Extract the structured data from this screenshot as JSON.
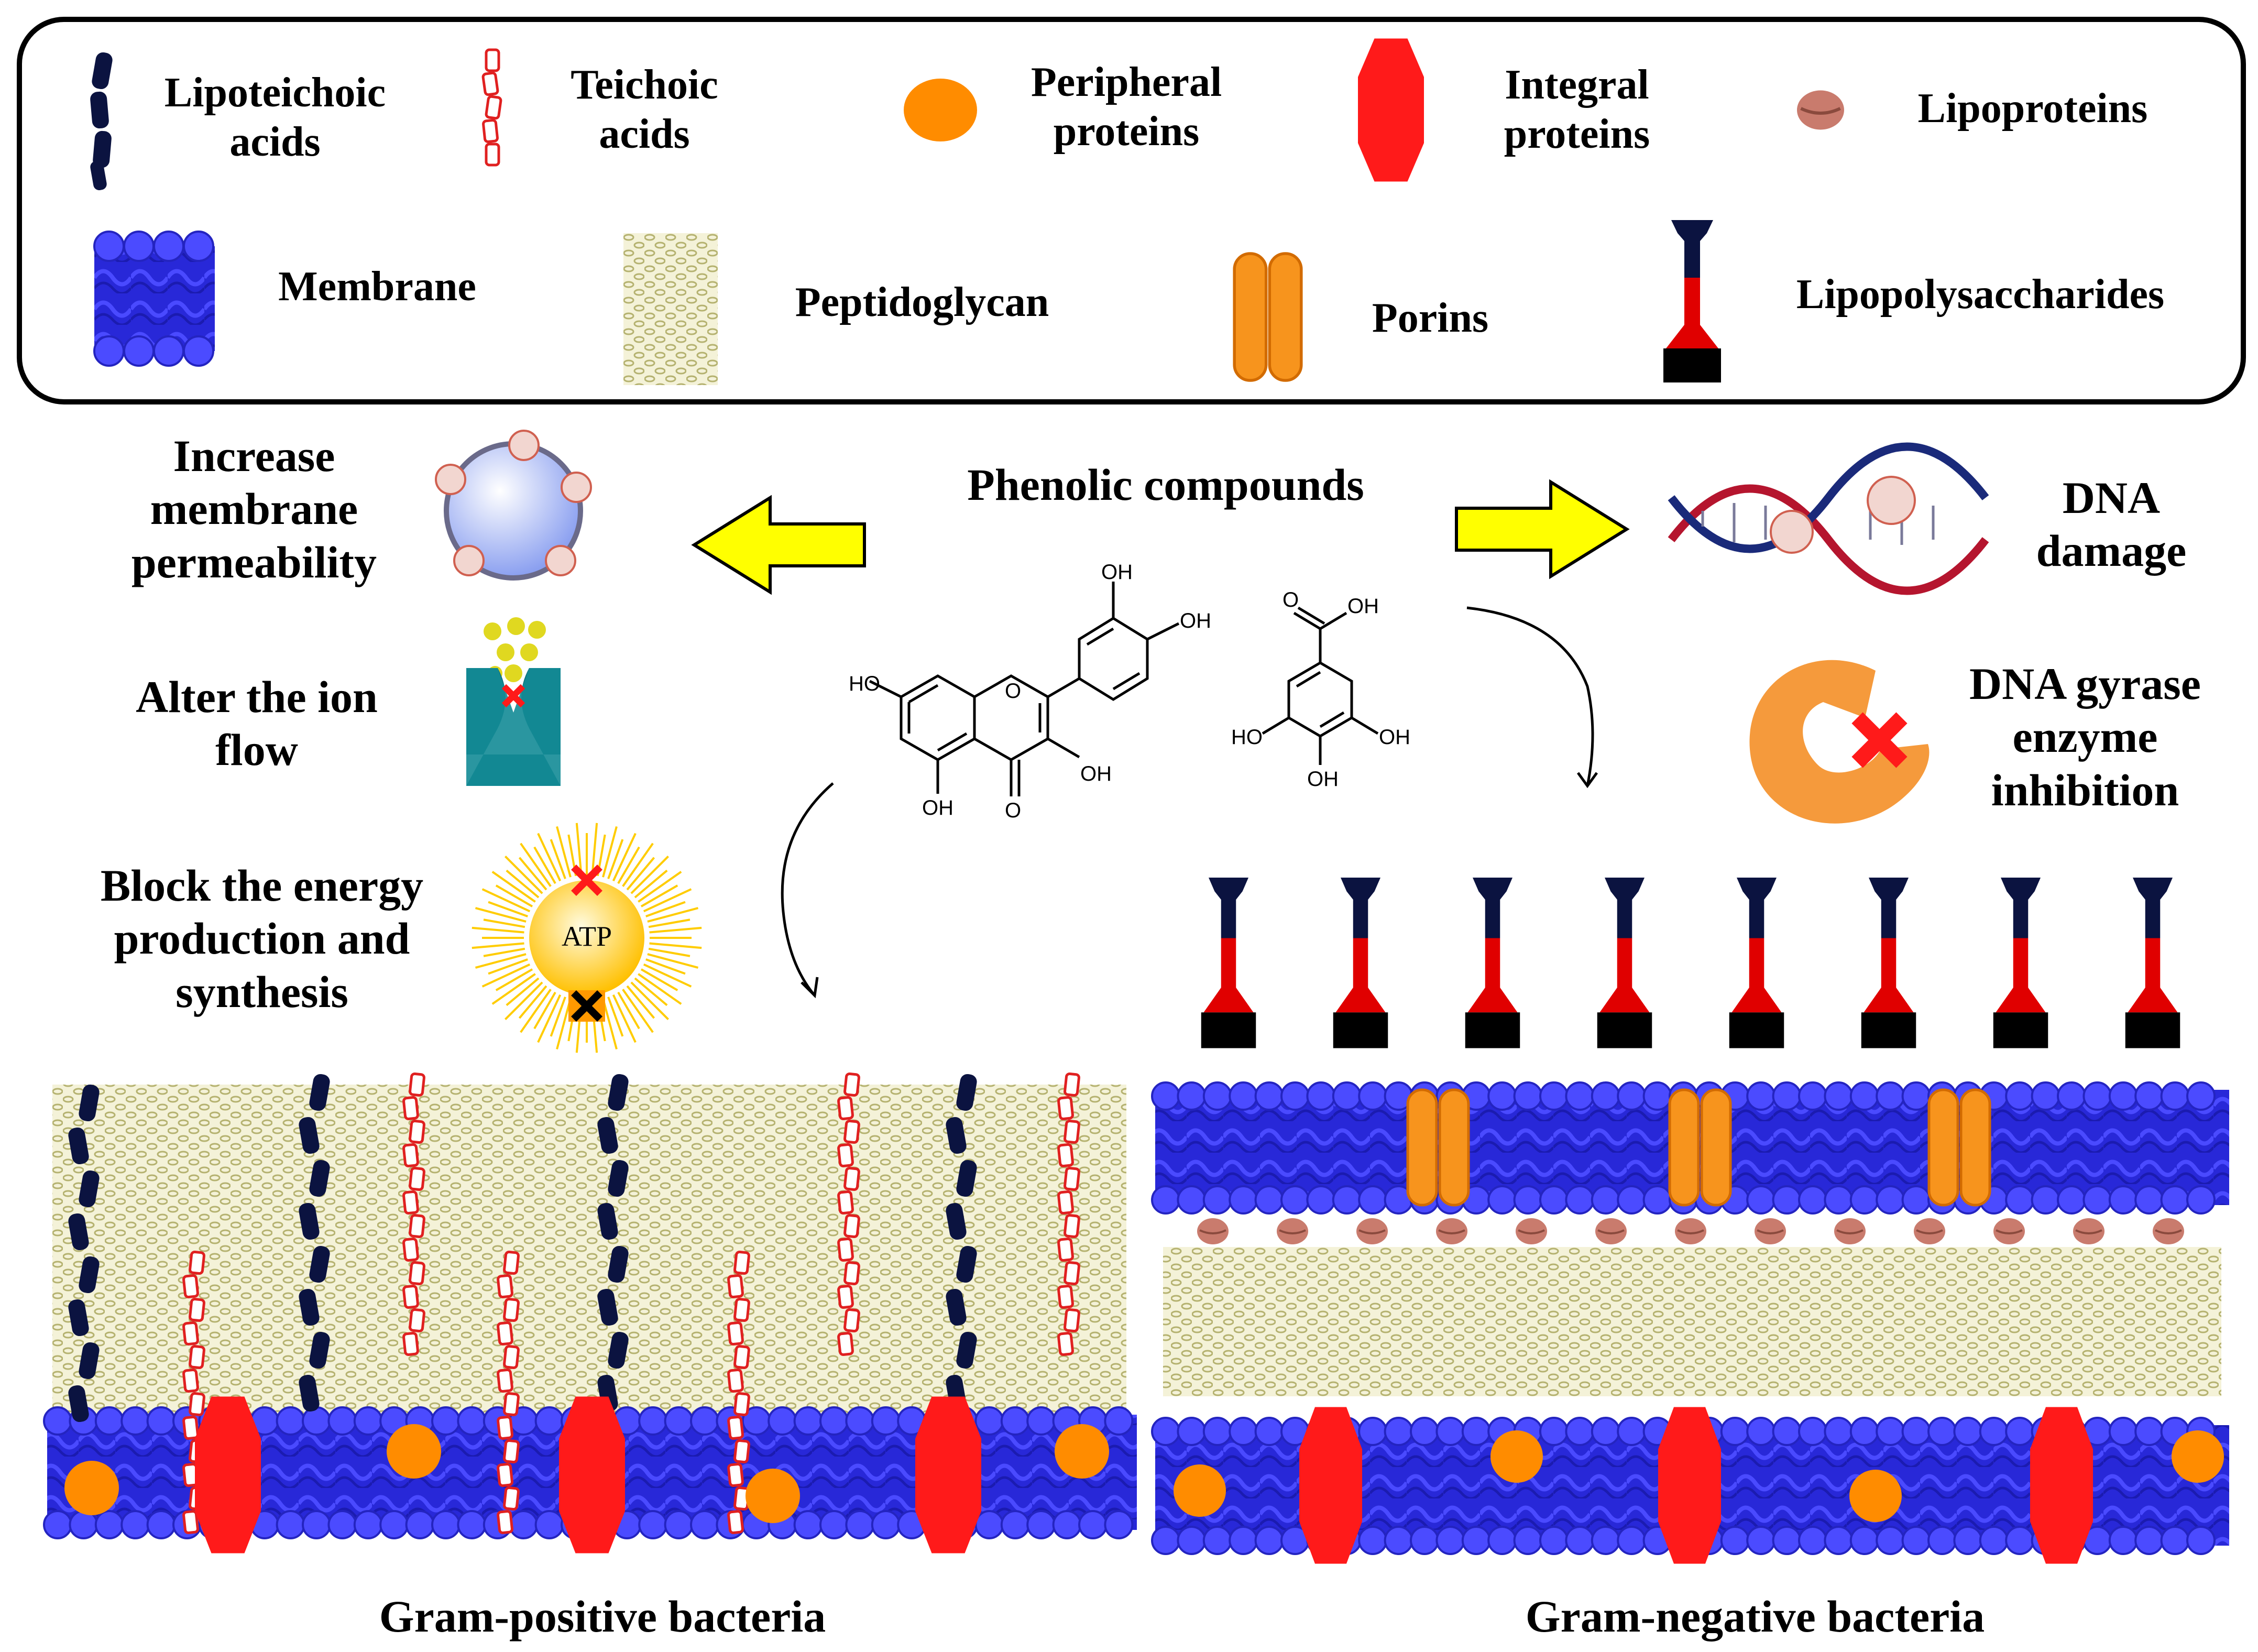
{
  "legend": {
    "lipoteichoic": "Lipoteichoic\nacids",
    "teichoic": "Teichoic\nacids",
    "peripheral": "Peripheral\nproteins",
    "integral": "Integral\nproteins",
    "lipoproteins": "Lipoproteins",
    "membrane": "Membrane",
    "peptidoglycan": "Peptidoglycan",
    "porins": "Porins",
    "lps": "Lipopolysaccharides"
  },
  "center_title": "Phenolic compounds",
  "mechanisms": {
    "permeability": "Increase\nmembrane\npermeability",
    "ion_flow": "Alter the ion\nflow",
    "energy": "Block the energy\nproduction and\nsynthesis",
    "dna_damage": "DNA\ndamage",
    "gyrase": "DNA gyrase\nenzyme\ninhibition"
  },
  "atp_label": "ATP",
  "chem_labels": {
    "oh": "OH",
    "ho": "HO",
    "o": "O"
  },
  "captions": {
    "gram_positive": "Gram-positive bacteria",
    "gram_negative": "Gram-negative bacteria"
  },
  "colors": {
    "membrane_blue": "#2f2fe0",
    "integral_red": "#ff1a1a",
    "peripheral_orange": "#ff8c00",
    "porin_orange": "#f7941d",
    "peptidoglycan": "#c8c68a",
    "lipoteichoic_navy": "#0b1340",
    "teichoic_red": "#e02020",
    "lipoprotein": "#c97b6d",
    "arrow_yellow": "#ffff00"
  }
}
